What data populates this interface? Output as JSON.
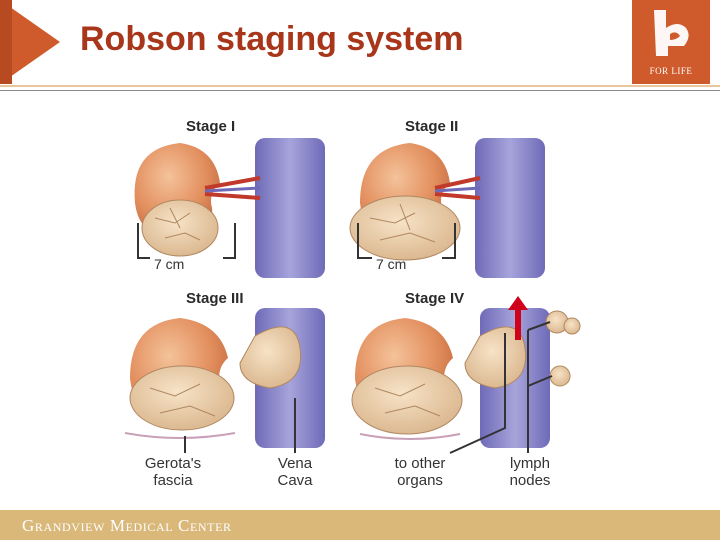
{
  "slide": {
    "title": "Robson staging system",
    "logo_text": "FOR LIFE",
    "footer_text": "Grandview Medical Center"
  },
  "figure": {
    "stages": [
      {
        "label": "Stage I",
        "dimension": "7 cm"
      },
      {
        "label": "Stage II",
        "dimension": "7 cm"
      },
      {
        "label": "Stage III"
      },
      {
        "label": "Stage IV"
      }
    ],
    "captions": {
      "gerotas_fascia": [
        "Gerota's",
        "fascia"
      ],
      "vena_cava": [
        "Vena",
        "Cava"
      ],
      "to_other_organs": [
        "to other",
        "organs"
      ],
      "lymph_nodes": [
        "lymph",
        "nodes"
      ]
    }
  },
  "colors": {
    "title": "#a8361b",
    "accent": "#cf5a2c",
    "footer": "#d9b879",
    "kidney": "#e3905f",
    "vessel": "#8a86c9"
  }
}
